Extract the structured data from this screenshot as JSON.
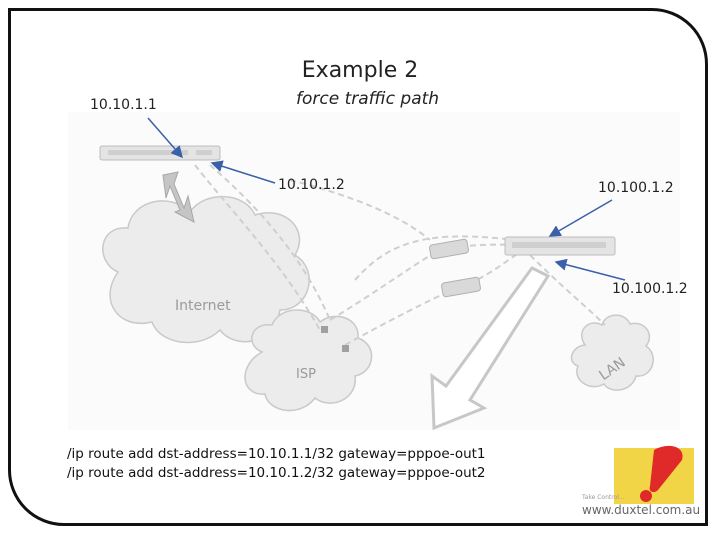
{
  "slide": {
    "title": "Example 2",
    "subtitle": "force traffic path"
  },
  "labels": {
    "ip_left_router": "10.10.1.1",
    "ip_left_router_second": "10.10.1.2",
    "ip_right_router_top": "10.100.1.2",
    "ip_right_router_bottom": "10.100.1.2",
    "cloud_internet": "Internet",
    "cloud_isp": "ISP",
    "cloud_lan": "LAN"
  },
  "commands": [
    "/ip route add dst-address=10.10.1.1/32 gateway=pppoe-out1",
    "/ip route add dst-address=10.10.1.2/32 gateway=pppoe-out2"
  ],
  "logo": {
    "url": "www.duxtel.com.au",
    "tagline": "Take Control..."
  },
  "colors": {
    "arrow_blue": "#3b5fa8",
    "cloud_gray": "#e6e6e6",
    "logo_yellow": "#f2d447",
    "logo_red": "#e02a2a"
  }
}
